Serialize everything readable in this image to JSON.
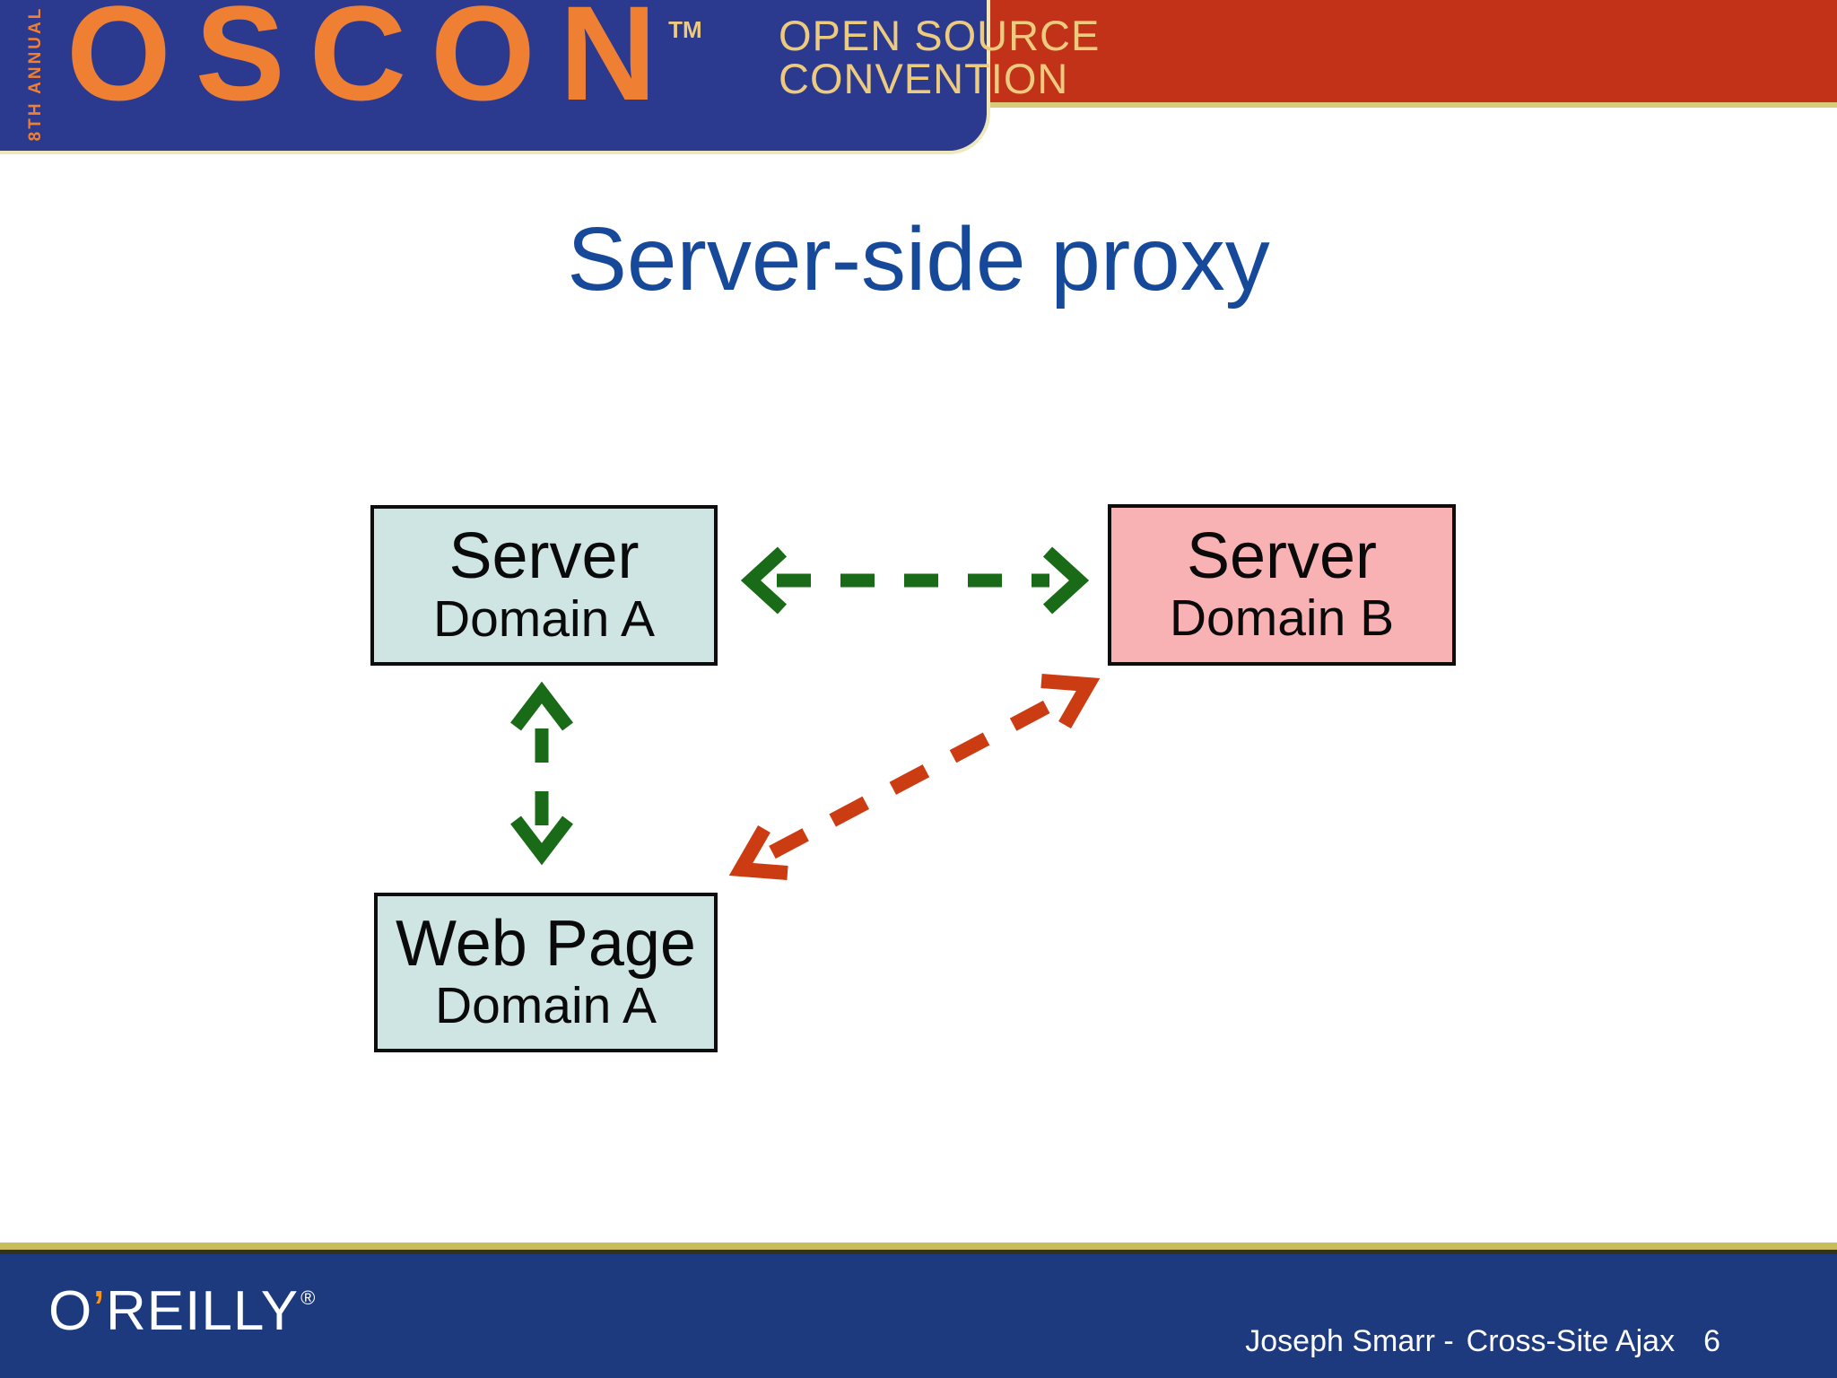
{
  "header": {
    "annual_label": "8TH ANNUAL",
    "logo_text": "OSCON",
    "trademark": "TM",
    "tagline_line1": "OPEN SOURCE",
    "tagline_line2": "CONVENTION"
  },
  "slide": {
    "title": "Server-side proxy"
  },
  "diagram": {
    "nodes": [
      {
        "id": "server-domain-a",
        "title": "Server",
        "subtitle": "Domain A",
        "fill": "#cfe5e4"
      },
      {
        "id": "server-domain-b",
        "title": "Server",
        "subtitle": "Domain B",
        "fill": "#f9b2b4"
      },
      {
        "id": "web-page-domain-a",
        "title": "Web Page",
        "subtitle": "Domain A",
        "fill": "#cfe5e4"
      }
    ],
    "arrows": [
      {
        "id": "server-a-to-server-b",
        "from": "server-domain-a",
        "to": "server-domain-b",
        "style": "dashed",
        "direction": "both",
        "color": "#1a6b17",
        "orientation": "horizontal"
      },
      {
        "id": "server-a-to-web-page",
        "from": "server-domain-a",
        "to": "web-page-domain-a",
        "style": "dashed",
        "direction": "both",
        "color": "#1a6b17",
        "orientation": "vertical"
      },
      {
        "id": "web-page-to-server-b",
        "from": "web-page-domain-a",
        "to": "server-domain-b",
        "style": "dashed",
        "direction": "both",
        "color": "#cc3c13",
        "orientation": "diagonal"
      }
    ]
  },
  "footer": {
    "brand_o": "O",
    "brand_apostrophe": "’",
    "brand_rest": "REILLY",
    "brand_registered": "®",
    "credit_author": "Joseph Smarr -",
    "credit_talk": "Cross-Site Ajax",
    "page_number": "6"
  },
  "colors": {
    "header_blue": "#2b3a8e",
    "top_red_bar": "#c23219",
    "header_outline_cream": "#efe8bc",
    "oscon_orange": "#ef7f33",
    "tagline_gold": "#ecca7e",
    "title_blue": "#17499a",
    "node_blue_fill": "#cfe5e4",
    "node_pink_fill": "#f9b2b4",
    "green_arrow": "#1a6b17",
    "red_arrow": "#cc3c13",
    "footer_gold_stripe": "#c8bc5d",
    "footer_dark_stripe": "#32331d",
    "footer_blue": "#1d3a7e",
    "oreilly_apostrophe_orange": "#f7941d"
  }
}
